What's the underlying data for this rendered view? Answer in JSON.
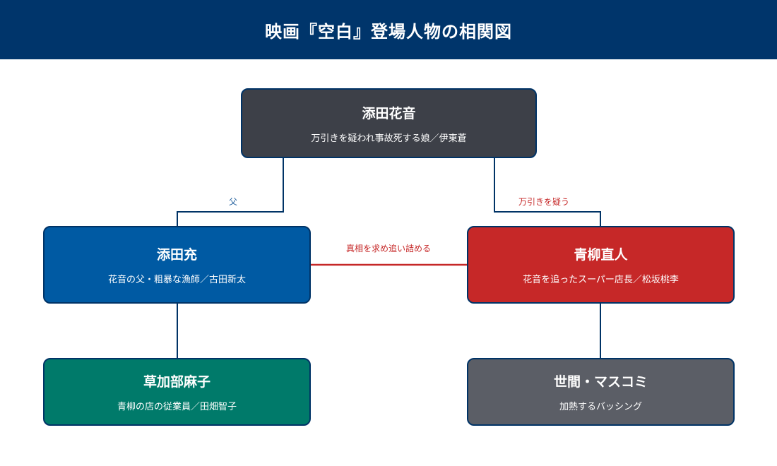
{
  "header": {
    "title": "映画『空白』登場人物の相関図"
  },
  "colors": {
    "header_bg": "#00356b",
    "kanon_bg": "#3d4048",
    "mitsuru_bg": "#005aa3",
    "aoyagi_bg": "#c62828",
    "kusaka_bg": "#007a6a",
    "public_bg": "#5b5e66",
    "family_line": "#1f5d9c",
    "conflict_line": "#c62828",
    "border": "#003366"
  },
  "nodes": {
    "kanon": {
      "name": "添田花音",
      "desc": "万引きを疑われ事故死する娘／伊東蒼"
    },
    "mitsuru": {
      "name": "添田充",
      "desc": "花音の父・粗暴な漁師／古田新太"
    },
    "aoyagi": {
      "name": "青柳直人",
      "desc": "花音を追ったスーパー店長／松坂桃李"
    },
    "kusaka": {
      "name": "草加部麻子",
      "desc": "青柳の店の従業員／田畑智子"
    },
    "public": {
      "name": "世間・マスコミ",
      "desc": "加熱するバッシング"
    }
  },
  "edges": {
    "father": "父",
    "suspect": "万引きを疑う",
    "pursue": "真相を求め追い詰める"
  }
}
